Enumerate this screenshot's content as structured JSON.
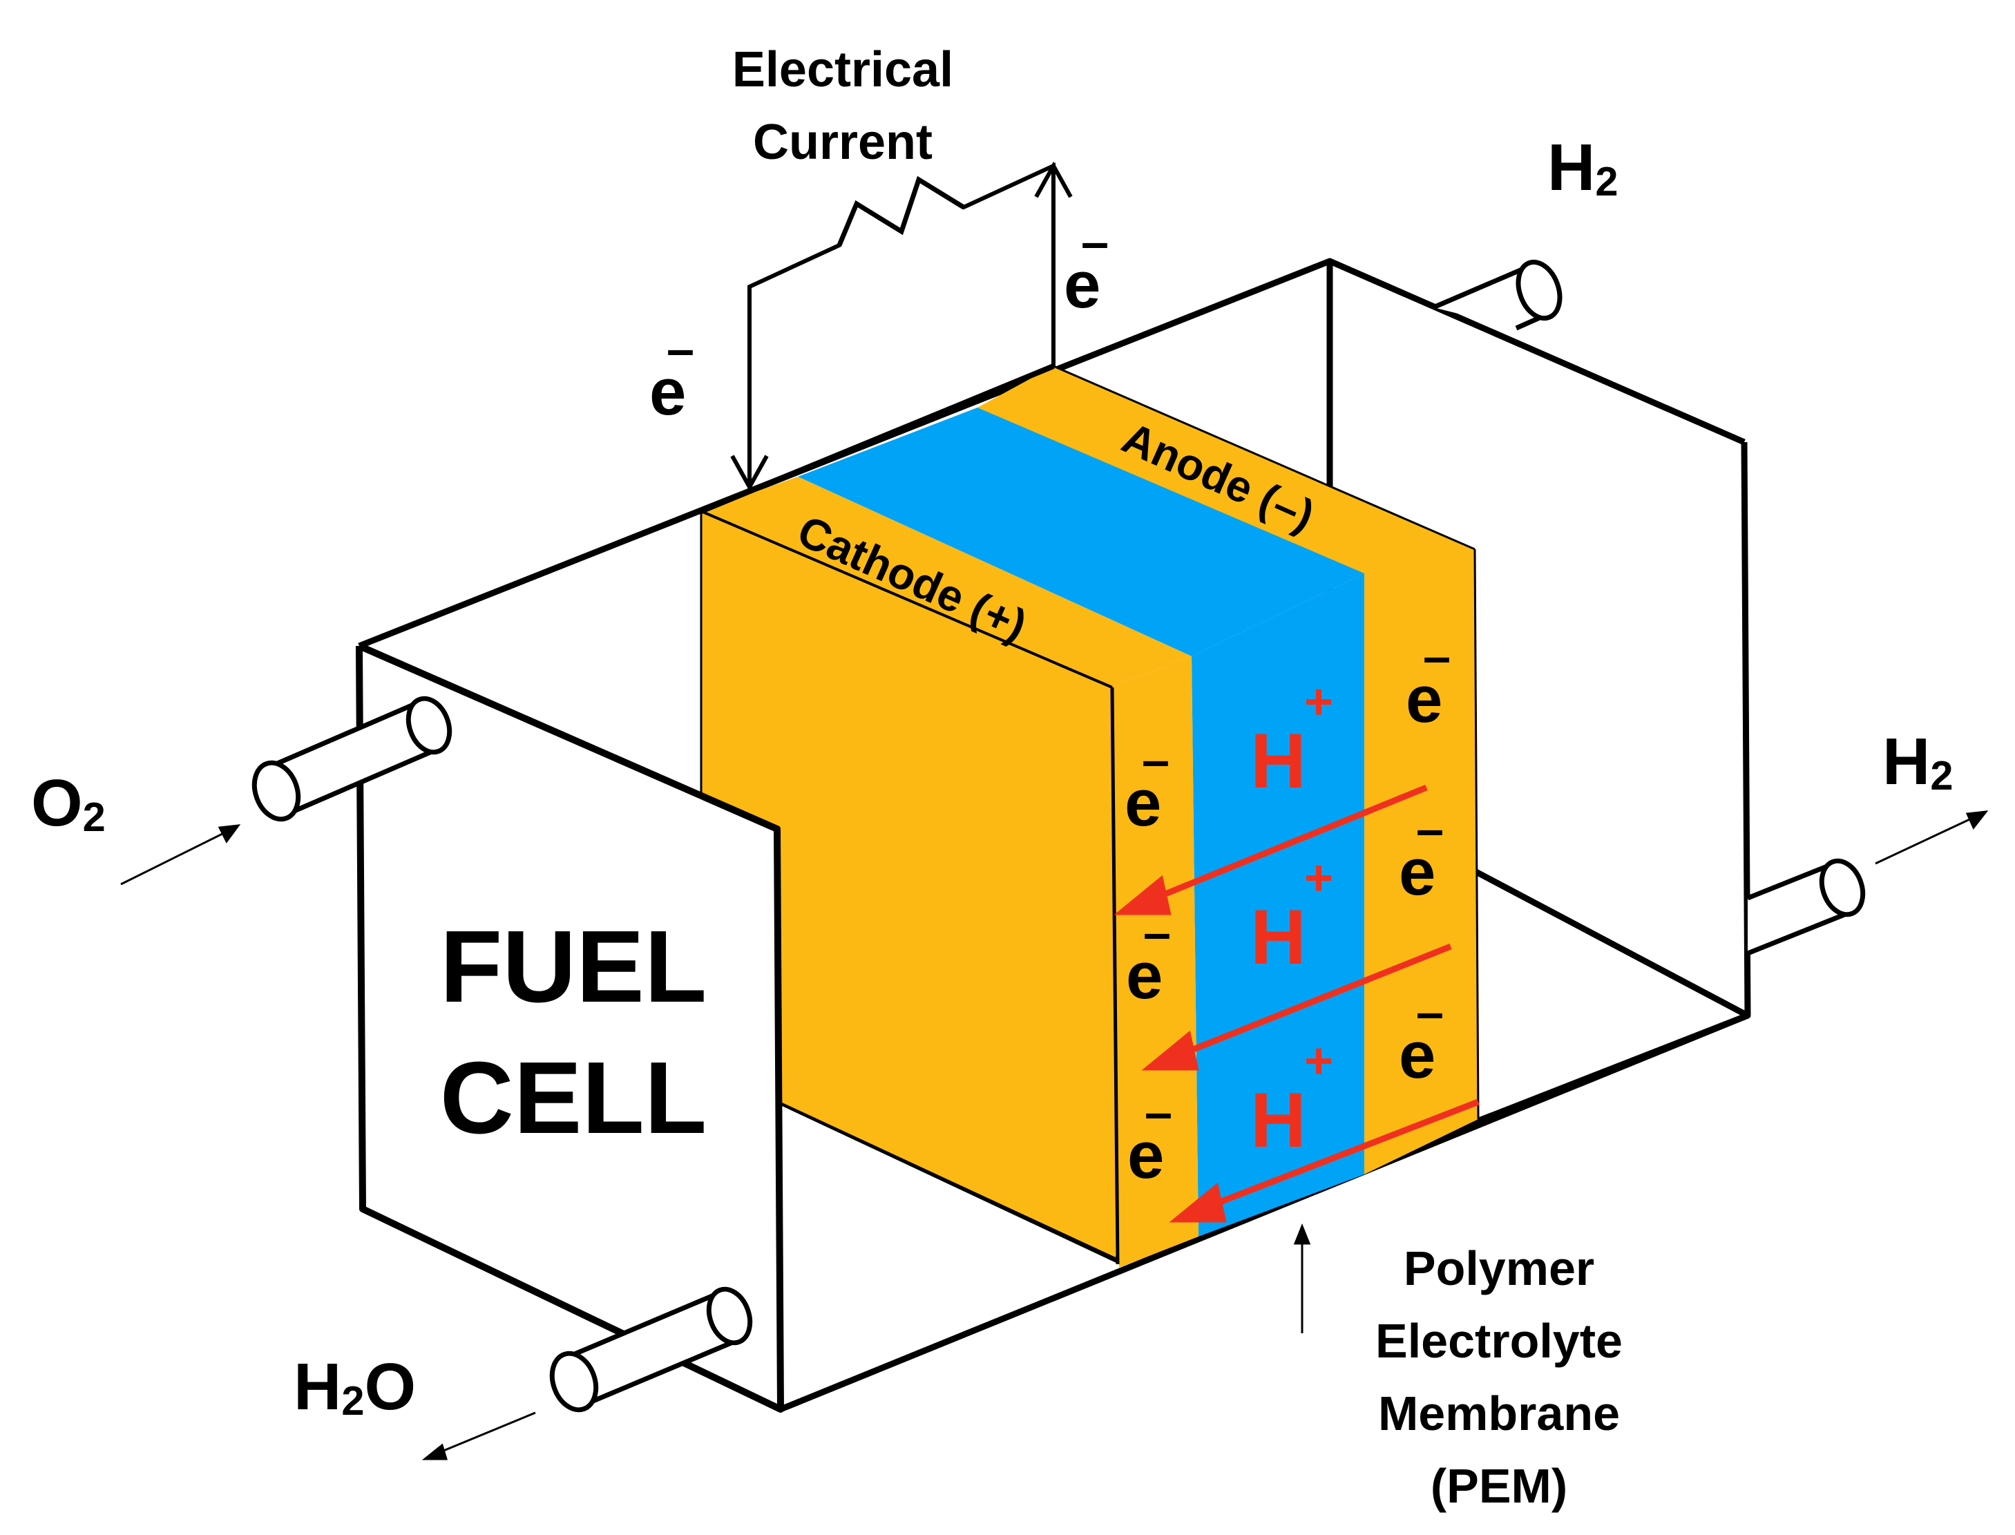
{
  "colors": {
    "electrode": "#FDB913",
    "membrane": "#00A3F5",
    "outline": "#000000",
    "proton": "#F0301E",
    "background": "#FFFFFF"
  },
  "labels": {
    "title_line1": "FUEL",
    "title_line2": "CELL",
    "current_line1": "Electrical",
    "current_line2": "Current",
    "electron": "e",
    "electron_charge": "–",
    "proton": "H",
    "proton_charge": "+",
    "anode": "Anode (–)",
    "cathode": "Cathode (+)",
    "oxygen": {
      "main": "O",
      "sub": "2"
    },
    "hydrogen_in": {
      "main": "H",
      "sub": "2"
    },
    "hydrogen_out": {
      "main": "H",
      "sub": "2"
    },
    "water": {
      "pre": "H",
      "sub": "2",
      "post": "O"
    },
    "pem_line1": "Polymer",
    "pem_line2": "Electrolyte",
    "pem_line3": "Membrane",
    "pem_line4": "(PEM)"
  },
  "icons": {
    "resistor": "resistor-zigzag-icon",
    "flow_arrow": "arrow-icon",
    "pipe": "cylinder-pipe-icon"
  }
}
